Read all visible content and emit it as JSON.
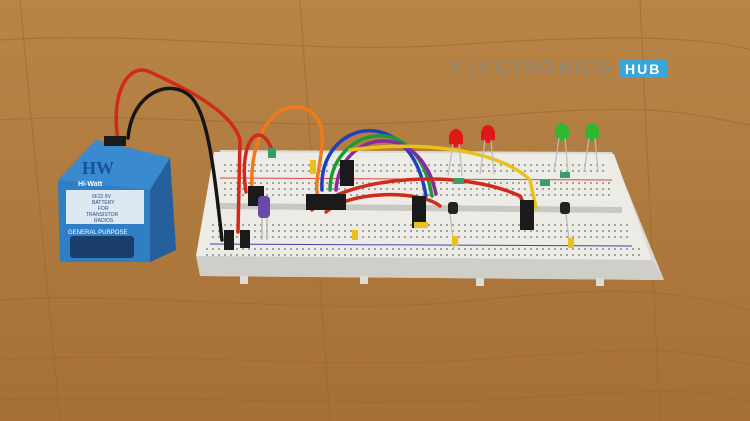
{
  "watermark": {
    "text": "ELECTRONICS",
    "badge": "HUB"
  },
  "battery": {
    "brand_logo": "HW",
    "brand_name": "Hi-Watt",
    "spec_lines": [
      "6F22 9V",
      "BATTERY",
      "FOR",
      "TRANSISTOR",
      "RADIOS"
    ],
    "purpose": "GENERAL PURPOSE"
  },
  "colors": {
    "table": "#b07a3e",
    "breadboard": "#ecebe6",
    "battery_blue": "#2f7fc4",
    "led_red": "#e01818",
    "led_green": "#2fb82f",
    "wire_red": "#d22a1a",
    "wire_black": "#151515",
    "wire_orange": "#f07a1a",
    "wire_blue": "#1e3fbf",
    "wire_green": "#1f9a3a",
    "wire_purple": "#8a2aa0",
    "wire_yellow": "#e8c21a",
    "watermark_badge": "#3aa6d8"
  }
}
